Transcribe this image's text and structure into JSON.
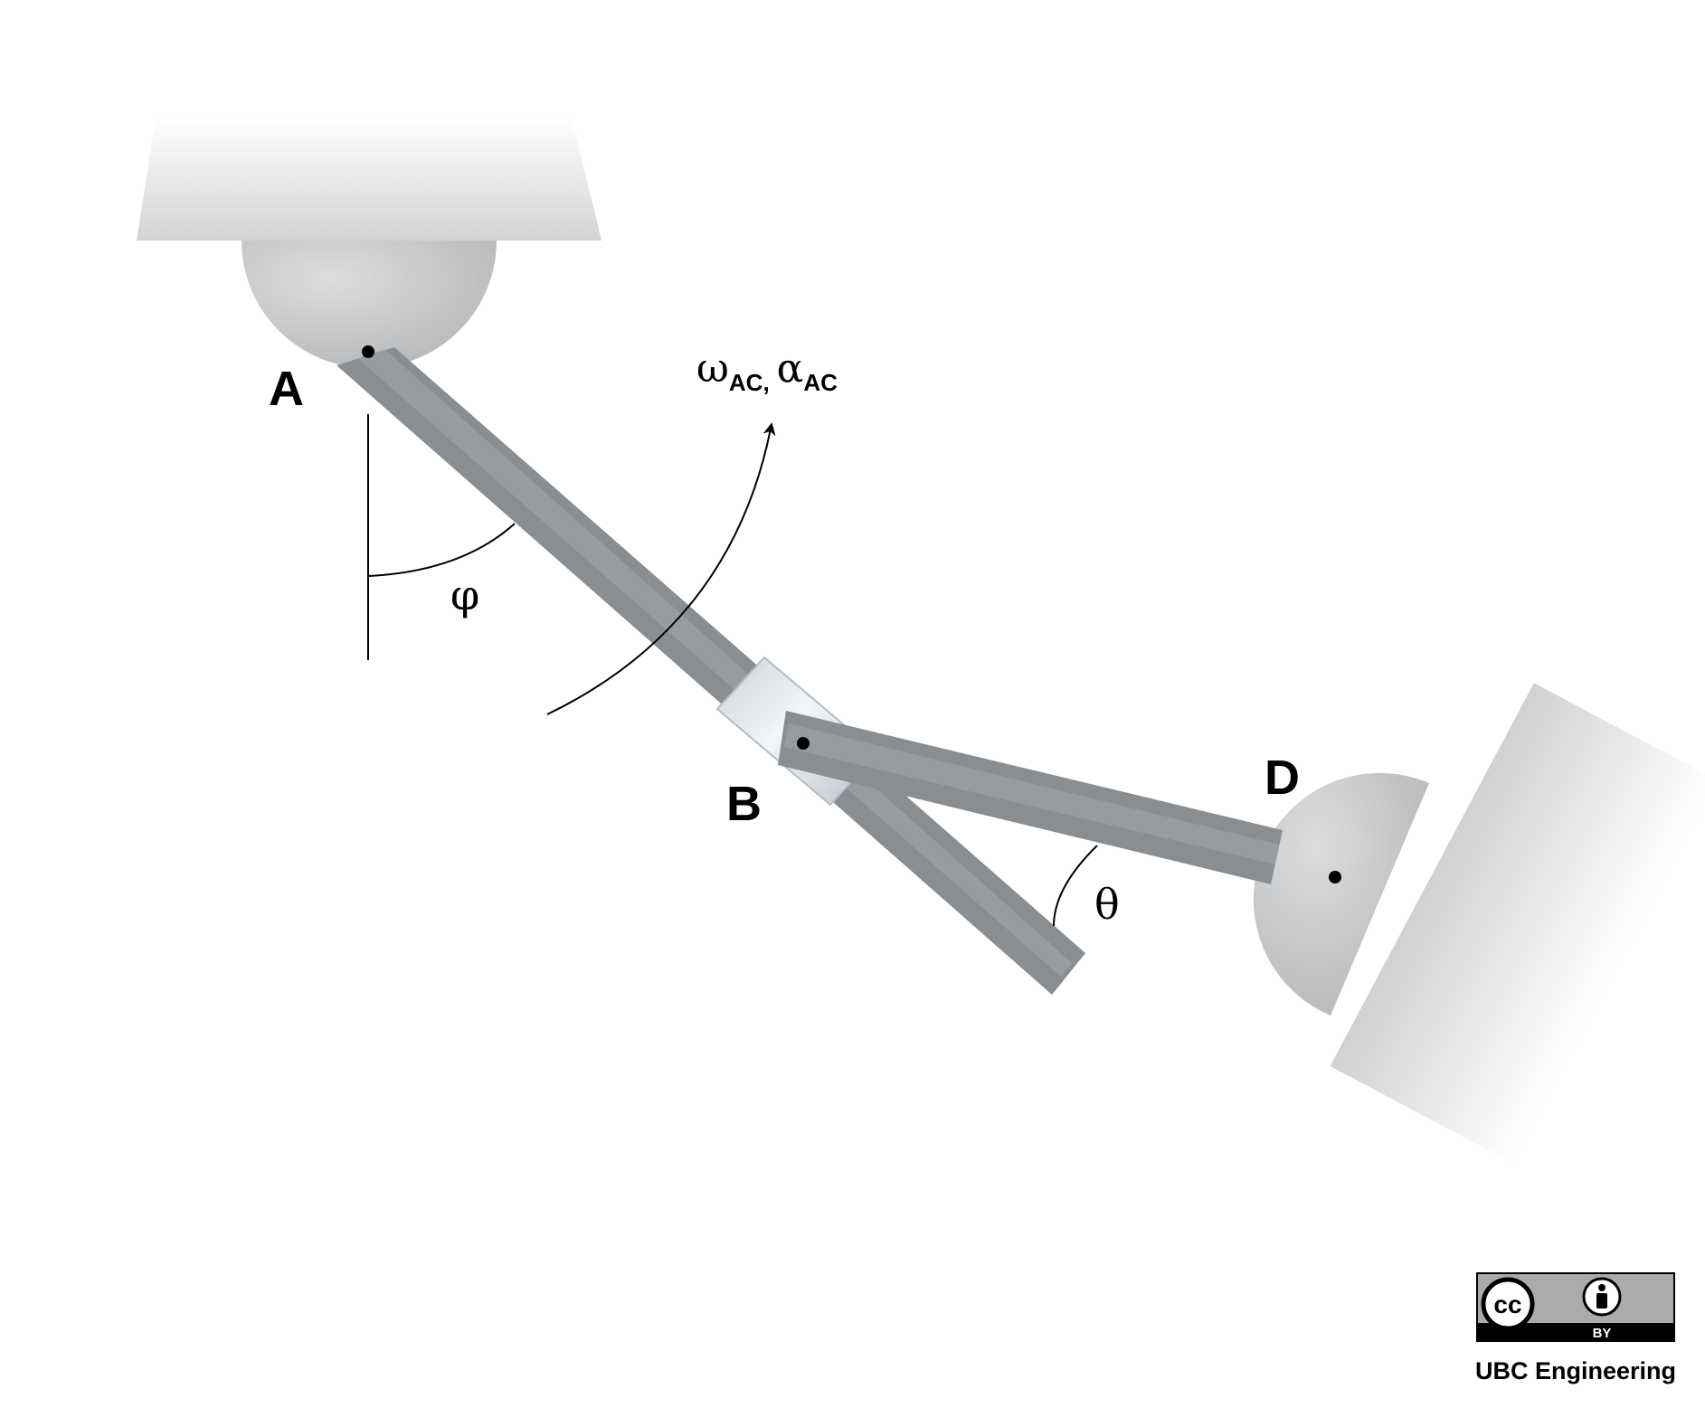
{
  "labels": {
    "A": "A",
    "B": "B",
    "D": "D",
    "phi": "φ",
    "theta": "θ",
    "omega": "ω",
    "omega_sub": "AC,",
    "alpha": "α",
    "alpha_sub": "AC"
  },
  "license": {
    "cc": "cc",
    "by": "BY",
    "credit": "UBC Engineering"
  },
  "colors": {
    "bar": "#8a8d90",
    "bar_light": "#a3a6a9",
    "support": "#d7d8d9",
    "pin": "#c9cacc",
    "collar": "#dde3e8",
    "badge_grey": "#a9aca8",
    "ink": "#000000"
  }
}
